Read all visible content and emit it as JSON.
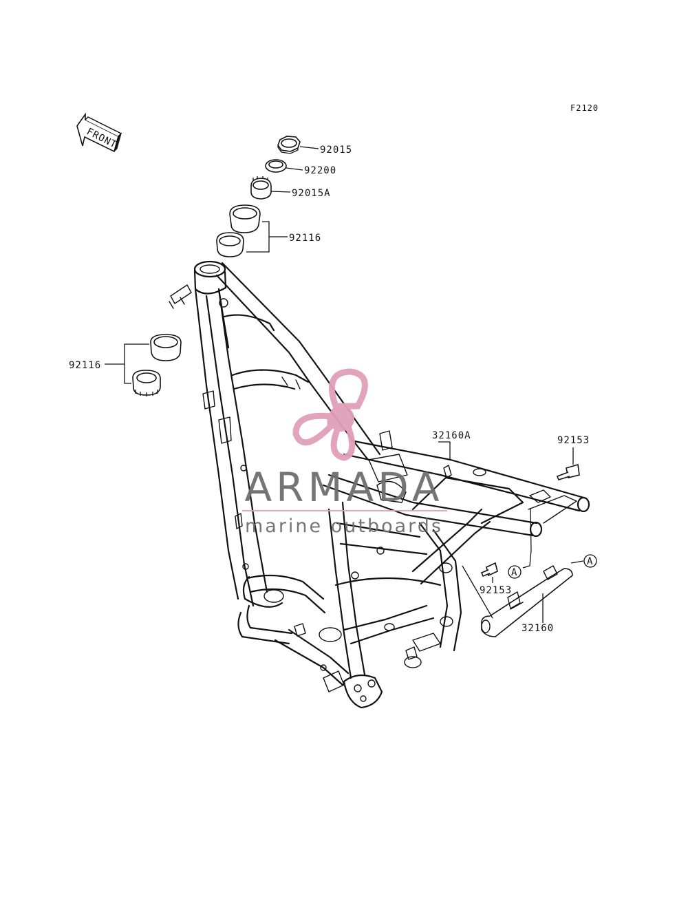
{
  "figure_code": "F2120",
  "front_label": "FRONT",
  "callout_marker": "A",
  "parts": {
    "nut_top": "92015",
    "washer": "92200",
    "nut_lower": "92015A",
    "bearing_upper": "92116",
    "bearing_lower": "92116",
    "bolt_rear": "92153",
    "bolt_center": "92153",
    "subframe_right": "32160A",
    "subframe_left": "32160"
  },
  "watermark": {
    "title": "ARMADA",
    "subtitle": "marine outboards",
    "color_text": "#6e6e6e",
    "color_accent": "#e0a0b8"
  }
}
